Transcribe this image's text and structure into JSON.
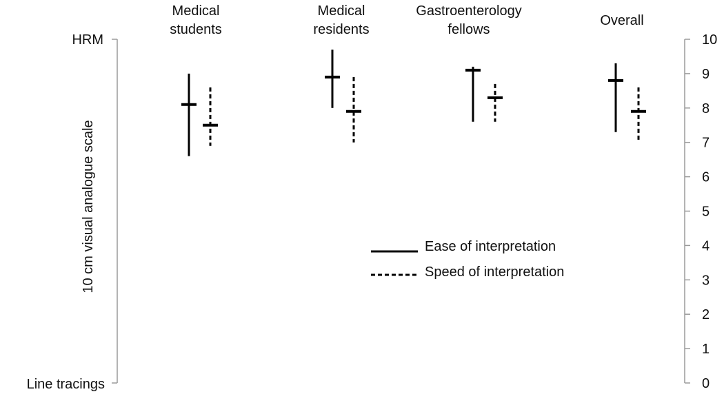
{
  "chart_data": {
    "type": "error-bar",
    "categories": [
      [
        "Medical",
        "students"
      ],
      [
        "Medical",
        "residents"
      ],
      [
        "Gastroenterology",
        "fellows"
      ],
      [
        "Overall"
      ]
    ],
    "series": [
      {
        "name": "Ease of interpretation",
        "style": "solid",
        "mean": [
          8.1,
          8.9,
          9.1,
          8.8
        ],
        "low": [
          6.6,
          8.0,
          7.6,
          7.3
        ],
        "high": [
          9.0,
          9.7,
          9.2,
          9.3
        ]
      },
      {
        "name": "Speed of interpretation",
        "style": "dashed",
        "mean": [
          7.5,
          7.9,
          8.3,
          7.9
        ],
        "low": [
          6.9,
          7.0,
          7.6,
          7.0
        ],
        "high": [
          8.6,
          8.9,
          8.7,
          8.6
        ]
      }
    ],
    "ylabel": "10 cm visual analogue scale",
    "left_axis_labels": {
      "top": "HRM",
      "bottom": "Line tracings"
    },
    "yticks": [
      0,
      1,
      2,
      3,
      4,
      5,
      6,
      7,
      8,
      9,
      10
    ],
    "ylim": [
      0,
      10
    ],
    "legend_position": "center-right"
  }
}
